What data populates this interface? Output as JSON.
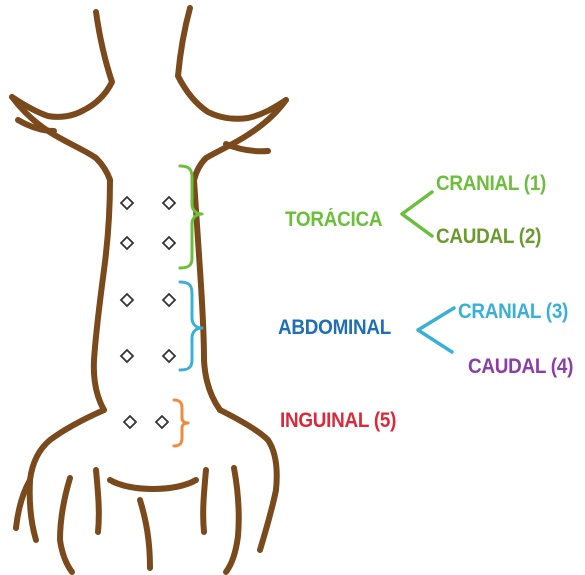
{
  "colors": {
    "outline": "#7a4a1c",
    "teat_stroke": "#333333",
    "toracica": "#6cbf3a",
    "toracica_sub": "#6b9a2f",
    "abdominal_bracket": "#3ab0d6",
    "abdominal_label": "#1f6fb5",
    "abdominal_caudal": "#8a3ea6",
    "inguinal": "#d92a3b",
    "inguinal_bracket": "#ef8c3b"
  },
  "regions": {
    "toracica": {
      "label": "TORÁCICA",
      "cranial": "CRANIAL (1)",
      "caudal": "CAUDAL (2)"
    },
    "abdominal": {
      "label": "ABDOMINAL",
      "cranial": "CRANIAL (3)",
      "caudal": "CAUDAL (4)"
    },
    "inguinal": {
      "label": "INGUINAL (5)"
    }
  }
}
